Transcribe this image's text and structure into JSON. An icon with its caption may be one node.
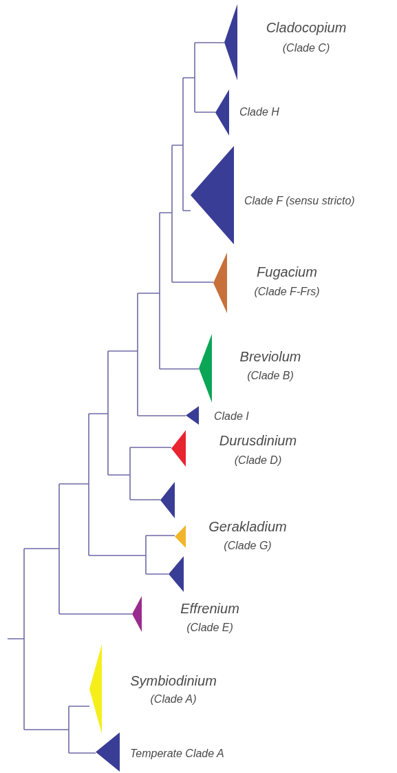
{
  "diagram": {
    "nodes": [
      {
        "text": [],
        "shape": "triangle",
        "beside": [
          "Cladocopium",
          "(Clade C)"
        ]
      },
      {
        "text": [],
        "shape": "triangle",
        "beside": [
          "Clade H"
        ]
      },
      {
        "text": [],
        "shape": "triangle",
        "beside": [
          "Clade F (sensu stricto)"
        ]
      },
      {
        "text": [],
        "shape": "triangle",
        "beside": [
          "Fugacium",
          "(Clade F-Frs)"
        ]
      },
      {
        "text": [],
        "shape": "triangle",
        "beside": [
          "Breviolum",
          "(Clade B)"
        ]
      },
      {
        "text": [],
        "shape": "triangle",
        "beside": [
          "Clade I"
        ]
      },
      {
        "text": [],
        "shape": "triangle",
        "beside": [
          "Durusdinium",
          "(Clade D)"
        ]
      },
      {
        "text": [],
        "shape": "triangle"
      },
      {
        "text": [],
        "shape": "triangle",
        "beside": [
          "Gerakladium",
          "(Clade G)"
        ]
      },
      {
        "text": [],
        "shape": "triangle"
      },
      {
        "text": [],
        "shape": "triangle",
        "beside": [
          "Effrenium",
          "(Clade E)"
        ]
      },
      {
        "text": [],
        "shape": "triangle",
        "beside": [
          "Symbiodinium",
          "(Clade A)"
        ]
      },
      {
        "text": [],
        "shape": "triangle",
        "beside": [
          "Temperate Clade A"
        ]
      }
    ]
  }
}
